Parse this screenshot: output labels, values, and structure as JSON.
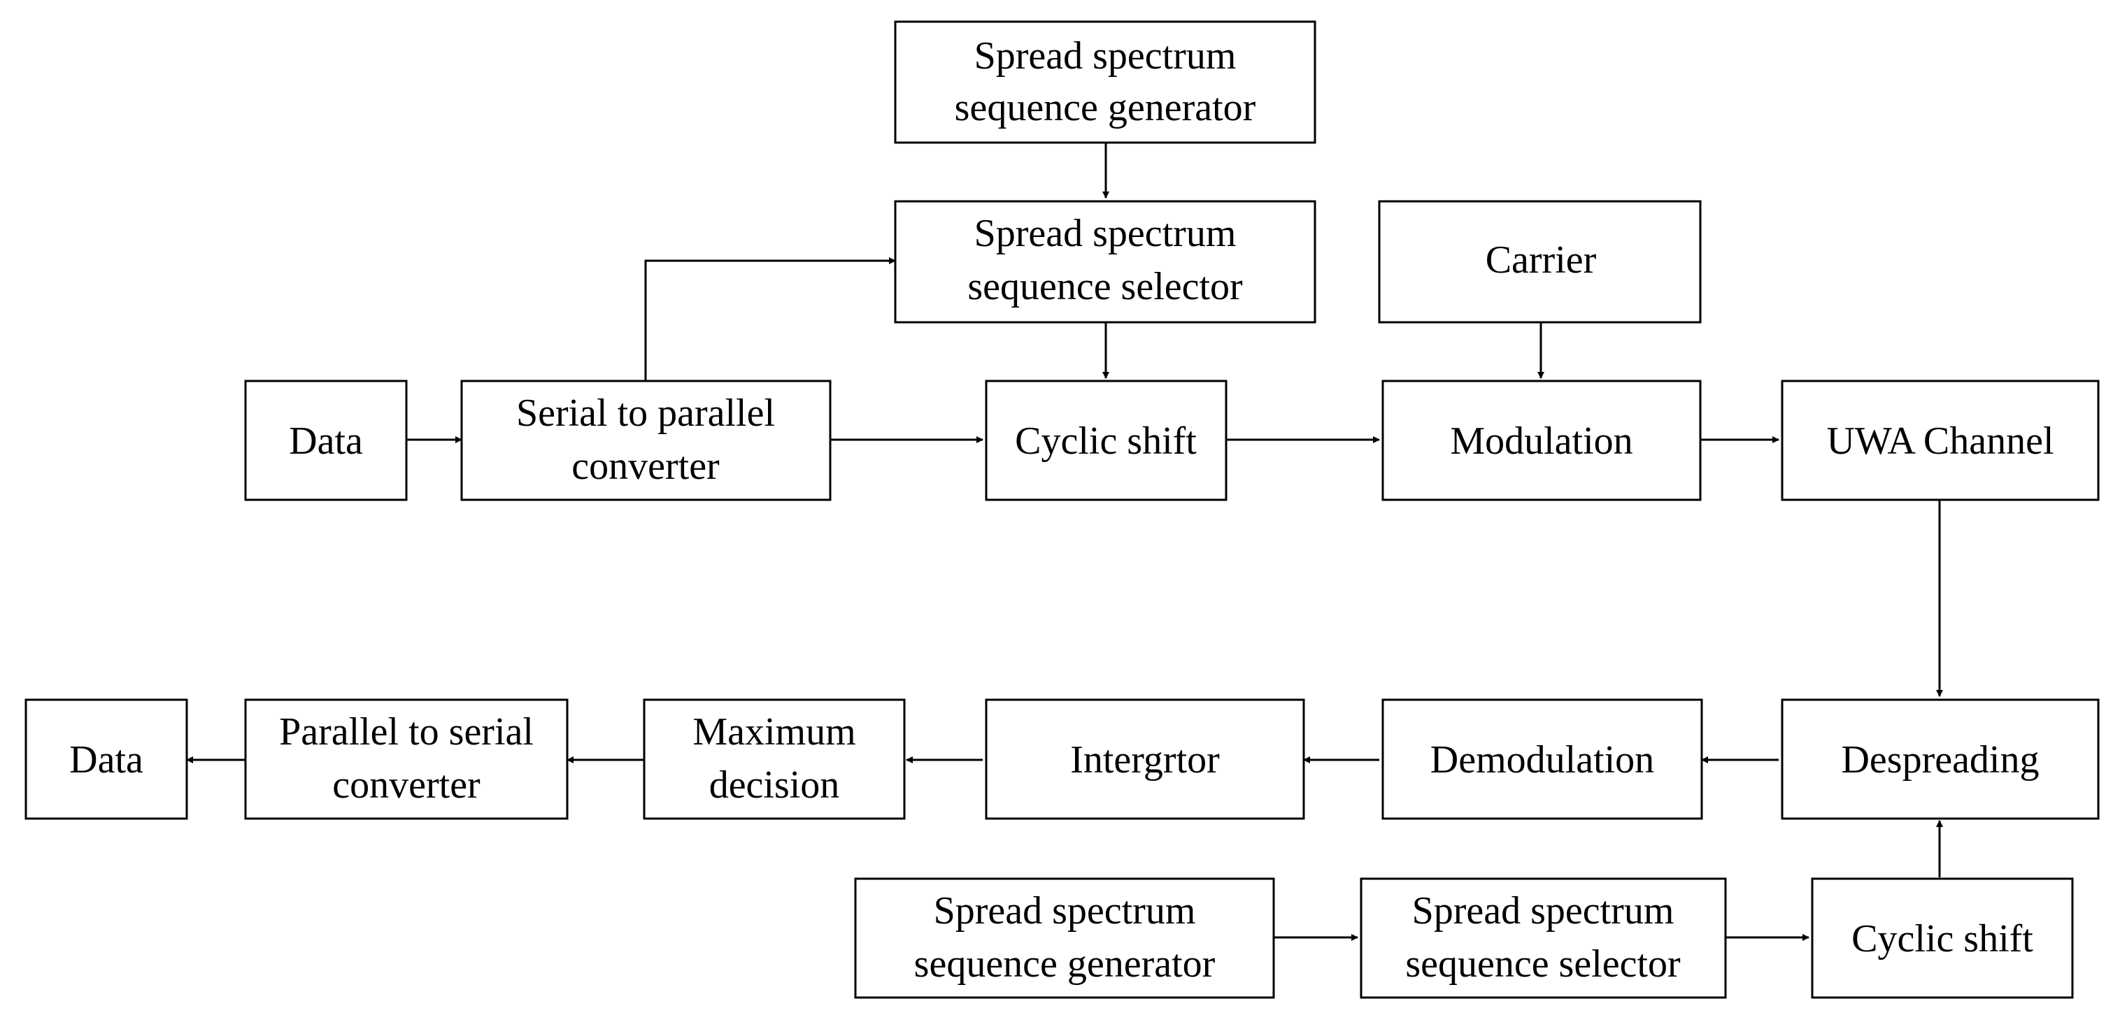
{
  "blocks": {
    "tx_gen": {
      "lines": [
        "Spread spectrum",
        "sequence generator"
      ]
    },
    "tx_sel": {
      "lines": [
        "Spread spectrum",
        "sequence selector"
      ]
    },
    "carrier": {
      "lines": [
        "Carrier"
      ]
    },
    "data_in": {
      "lines": [
        "Data"
      ]
    },
    "s2p": {
      "lines": [
        "Serial to parallel",
        "converter"
      ]
    },
    "tx_cyclic": {
      "lines": [
        "Cyclic shift"
      ]
    },
    "modulation": {
      "lines": [
        "Modulation"
      ]
    },
    "channel": {
      "lines": [
        "UWA Channel"
      ]
    },
    "data_out": {
      "lines": [
        "Data"
      ]
    },
    "p2s": {
      "lines": [
        "Parallel to serial",
        "converter"
      ]
    },
    "max_decision": {
      "lines": [
        "Maximum",
        "decision"
      ]
    },
    "integrator": {
      "lines": [
        "Intergrtor"
      ]
    },
    "demodulation": {
      "lines": [
        "Demodulation"
      ]
    },
    "despreading": {
      "lines": [
        "Despreading"
      ]
    },
    "rx_gen": {
      "lines": [
        "Spread spectrum",
        "sequence generator"
      ]
    },
    "rx_sel": {
      "lines": [
        "Spread spectrum",
        "sequence selector"
      ]
    },
    "rx_cyclic": {
      "lines": [
        "Cyclic shift"
      ]
    }
  },
  "connections": [
    {
      "from": "tx_gen",
      "to": "tx_sel"
    },
    {
      "from": "s2p",
      "to": "tx_sel"
    },
    {
      "from": "tx_sel",
      "to": "tx_cyclic"
    },
    {
      "from": "carrier",
      "to": "modulation"
    },
    {
      "from": "data_in",
      "to": "s2p"
    },
    {
      "from": "s2p",
      "to": "tx_cyclic"
    },
    {
      "from": "tx_cyclic",
      "to": "modulation"
    },
    {
      "from": "modulation",
      "to": "channel"
    },
    {
      "from": "channel",
      "to": "despreading"
    },
    {
      "from": "despreading",
      "to": "demodulation"
    },
    {
      "from": "demodulation",
      "to": "integrator"
    },
    {
      "from": "integrator",
      "to": "max_decision"
    },
    {
      "from": "max_decision",
      "to": "p2s"
    },
    {
      "from": "p2s",
      "to": "data_out"
    },
    {
      "from": "rx_gen",
      "to": "rx_sel"
    },
    {
      "from": "rx_sel",
      "to": "rx_cyclic"
    },
    {
      "from": "rx_cyclic",
      "to": "despreading"
    }
  ]
}
